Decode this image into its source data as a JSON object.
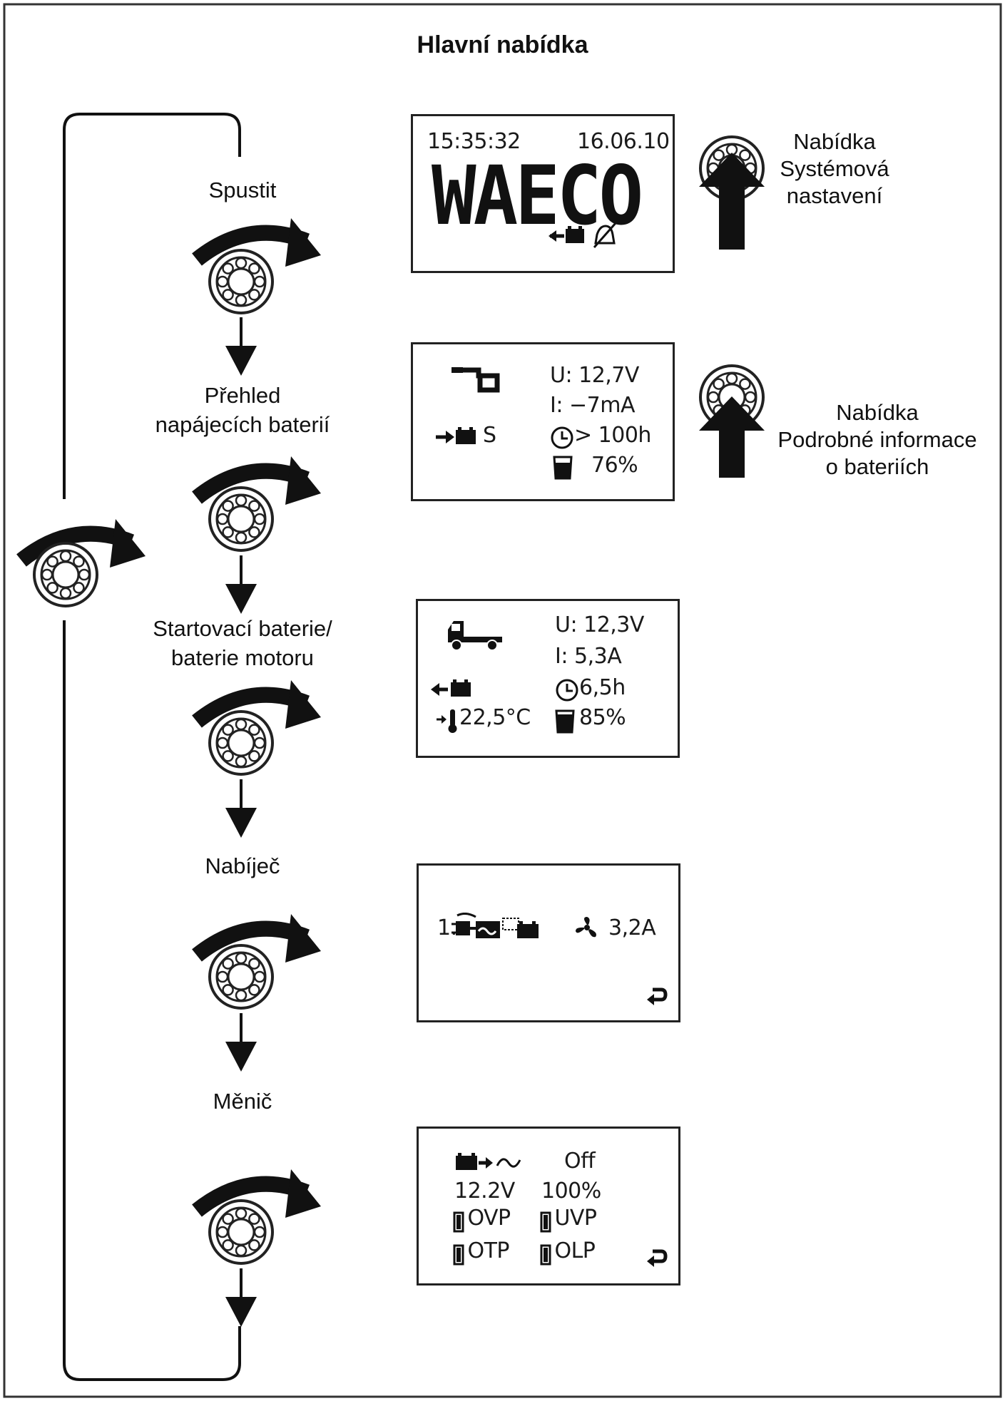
{
  "title": "Hlavní nabídka",
  "steps": [
    {
      "label_lines": [
        "Spustit"
      ]
    },
    {
      "label_lines": [
        "Přehled",
        "napájecích baterií"
      ]
    },
    {
      "label_lines": [
        "Startovací baterie/",
        "baterie motoru"
      ]
    },
    {
      "label_lines": [
        "Nabíječ"
      ]
    },
    {
      "label_lines": [
        "Měnič"
      ]
    }
  ],
  "side_menus": [
    {
      "lines": [
        "Nabídka",
        "Systémová",
        "nastavení"
      ]
    },
    {
      "lines": [
        "Nabídka",
        "Podrobné informace",
        "o bateriích"
      ]
    }
  ],
  "screens": {
    "start": {
      "time": "15:35:32",
      "date": "16.06.10",
      "brand": "WAECO"
    },
    "supply": {
      "voltage": "U: 12,7V",
      "current": "I:  −7mA",
      "mode": "S",
      "time": "> 100h",
      "charge": "76%"
    },
    "starter": {
      "voltage": "U: 12,3V",
      "current": "I:  5,3A",
      "time": "6,5h",
      "temp": "22,5°C",
      "charge": "85%"
    },
    "charger": {
      "phase": "1.",
      "current": "3,2A"
    },
    "inverter": {
      "state": "Off",
      "voltage": "12.2V",
      "load": "100%",
      "ovp": "OVP",
      "uvp": "UVP",
      "otp": "OTP",
      "olp": "OLP"
    }
  }
}
